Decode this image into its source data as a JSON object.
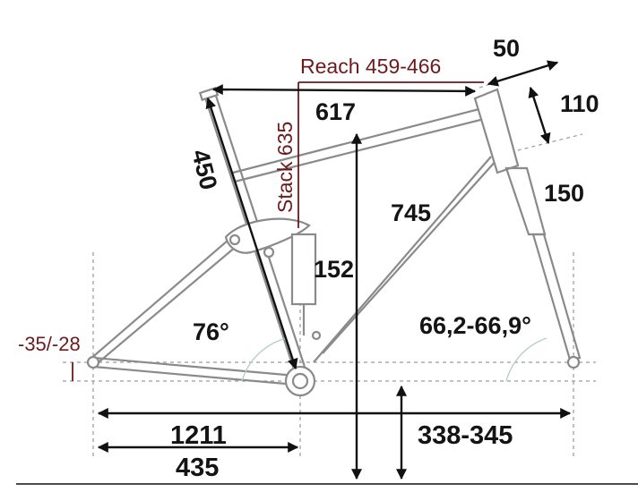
{
  "dimensions": {
    "reach": "Reach 459-466",
    "stack": "Stack 635",
    "top_tube": "617",
    "seat_tube": "450",
    "stem_length": "50",
    "spacer_height": "110",
    "head_tube": "150",
    "down_tube": "745",
    "bb_height": "152",
    "head_angle": "66,2-66,9°",
    "seat_angle": "76°",
    "bb_drop": "-35/-28",
    "wheelbase": "1211",
    "chainstay": "435",
    "front_center": "338-345"
  },
  "colors": {
    "frame": "#8a8a8a",
    "dimension_line": "#111111",
    "accent_red": "#6e1a1c",
    "angle_arc": "#b8cfcc"
  }
}
